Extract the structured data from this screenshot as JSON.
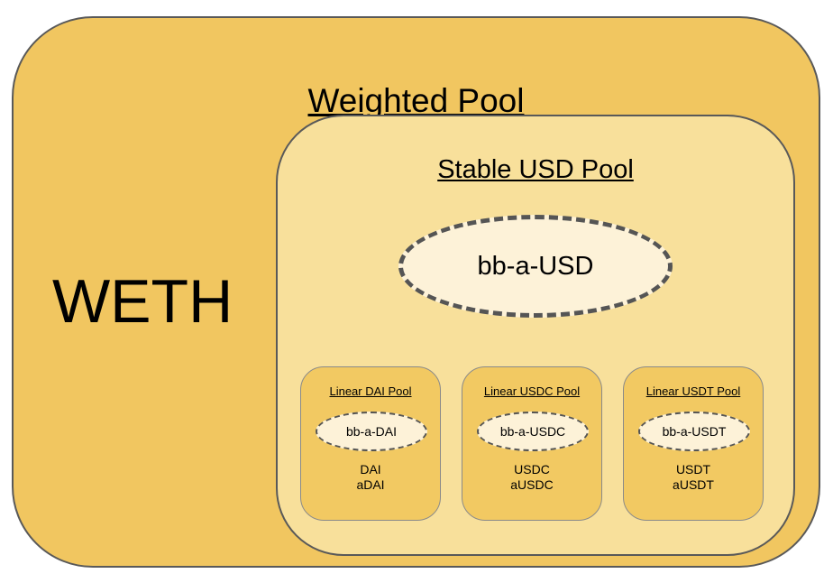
{
  "weighted_pool": {
    "title": "Weighted Pool",
    "token": "WETH"
  },
  "stable_pool": {
    "title": "Stable USD Pool",
    "bpt": "bb-a-USD"
  },
  "linear_pools": [
    {
      "title": "Linear DAI Pool",
      "bpt": "bb-a-DAI",
      "tokens": [
        "DAI",
        "aDAI"
      ]
    },
    {
      "title": "Linear USDC Pool",
      "bpt": "bb-a-USDC",
      "tokens": [
        "USDC",
        "aUSDC"
      ]
    },
    {
      "title": "Linear USDT Pool",
      "bpt": "bb-a-USDT",
      "tokens": [
        "USDT",
        "aUSDT"
      ]
    }
  ],
  "colors": {
    "outer_fill": "#f1c660",
    "middle_fill": "#f8e09b",
    "inner_fill": "#f2c962",
    "ellipse_fill": "#fdf2d8",
    "border": "#595959"
  }
}
